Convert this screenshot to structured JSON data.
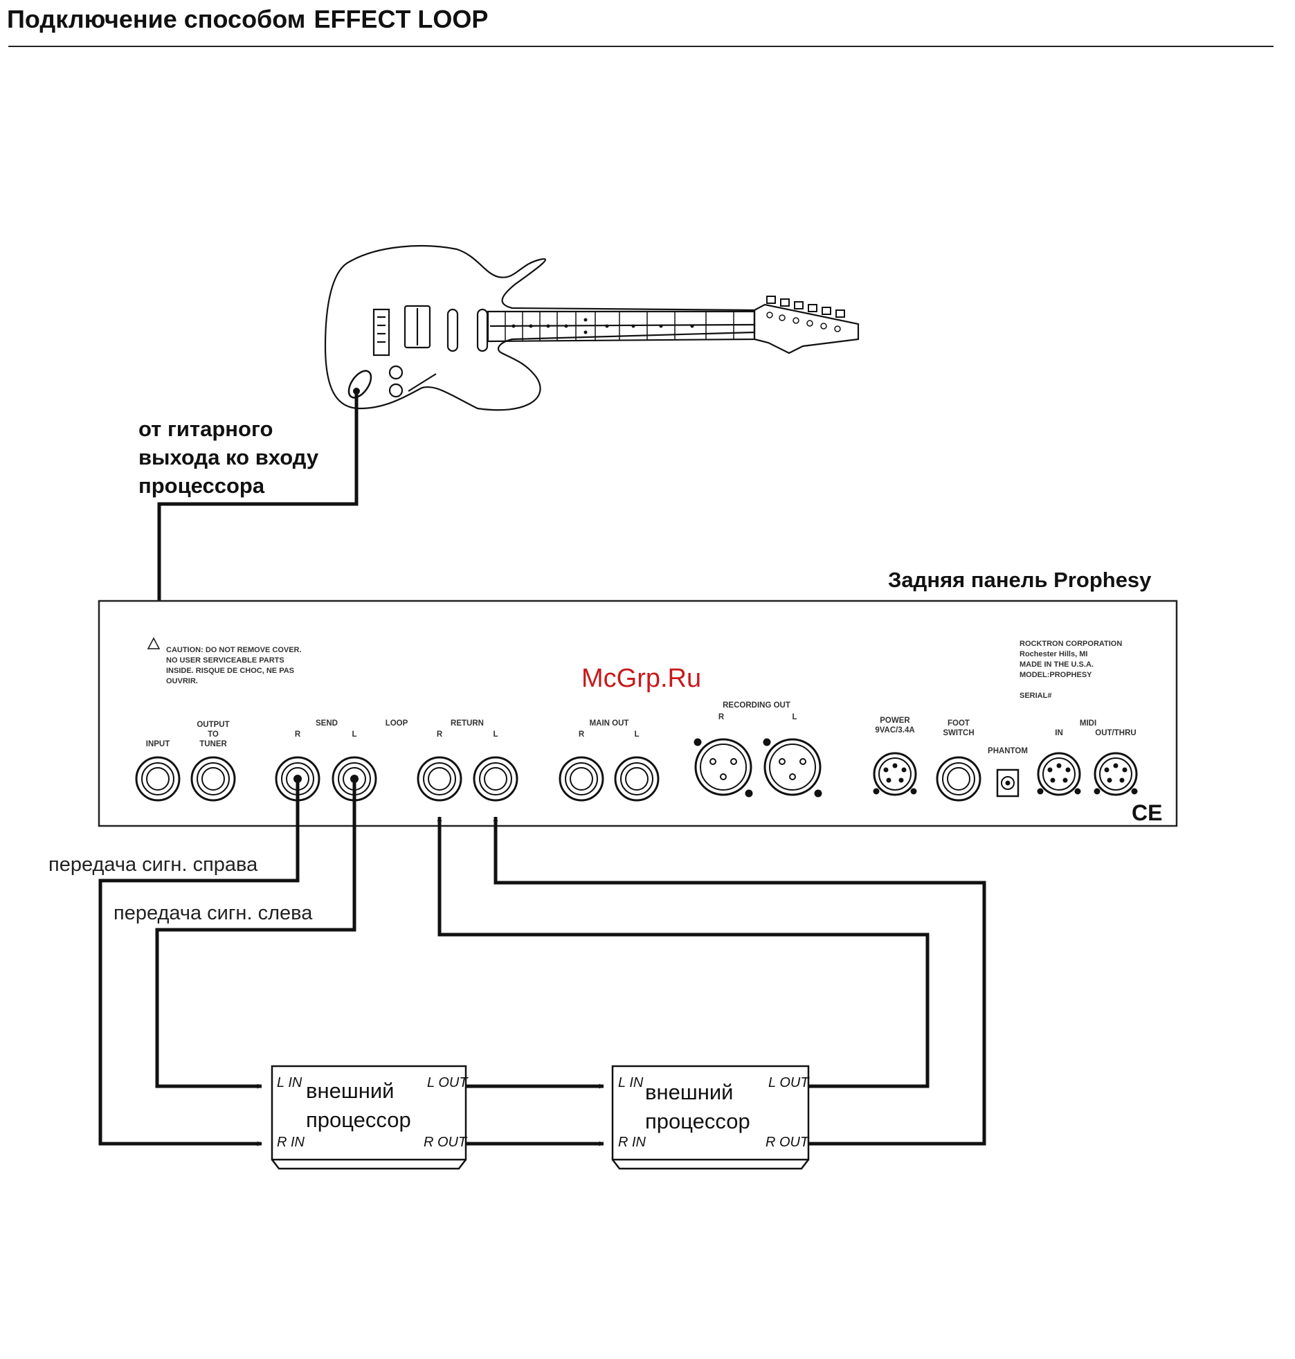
{
  "title_plain": "Подключение способом",
  "title_bold": "EFFECT LOOP",
  "watermark": "McGrp.Ru",
  "guitar_caption": [
    "от гитарного",
    "выхода ко входу",
    "процессора"
  ],
  "panel_caption": "Задняя панель Prophesy",
  "caution": [
    "CAUTION: DO NOT REMOVE COVER.",
    "NO USER SERVICEABLE PARTS",
    "INSIDE. RISQUE DE CHOC, NE PAS",
    "OUVRIR."
  ],
  "maker": [
    "ROCKTRON CORPORATION",
    "Rochester Hills, MI",
    "MADE IN THE U.S.A.",
    "MODEL:PROPHESY"
  ],
  "serial": "SERIAL#",
  "jacks": {
    "input": "INPUT",
    "output_to_tuner": [
      "OUTPUT",
      "TO",
      "TUNER"
    ],
    "send": "SEND",
    "loop": "LOOP",
    "return": "RETURN",
    "main_out": "MAIN OUT",
    "recording_out": "RECORDING OUT",
    "r": "R",
    "l": "L",
    "power": [
      "POWER",
      "9VAC/3.4A"
    ],
    "foot_switch": [
      "FOOT",
      "SWITCH"
    ],
    "phantom": "PHANTOM",
    "midi": "MIDI",
    "midi_in": "IN",
    "midi_out": "OUT/THRU",
    "ce": "CE"
  },
  "send_right": "передача сигн. справа",
  "send_left": "передача сигн. слева",
  "processor": {
    "name": [
      "внешний",
      "процессор"
    ],
    "l_in": "L IN",
    "r_in": "R IN",
    "l_out": "L OUT",
    "r_out": "R OUT"
  }
}
